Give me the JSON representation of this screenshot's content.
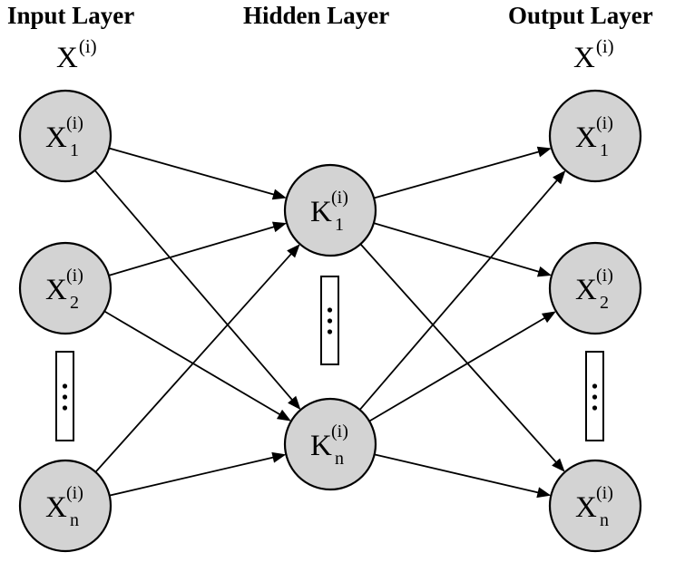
{
  "layers": {
    "input": {
      "title": "Input Layer",
      "symbol": "X",
      "symbol_sup": "(i)",
      "nodes": [
        {
          "base": "X",
          "sup": "(i)",
          "sub": "1"
        },
        {
          "base": "X",
          "sup": "(i)",
          "sub": "2"
        },
        {
          "base": "X",
          "sup": "(i)",
          "sub": "n"
        }
      ]
    },
    "hidden": {
      "title": "Hidden Layer",
      "nodes": [
        {
          "base": "K",
          "sup": "(i)",
          "sub": "1"
        },
        {
          "base": "K",
          "sup": "(i)",
          "sub": "n"
        }
      ]
    },
    "output": {
      "title": "Output Layer",
      "symbol": "X",
      "symbol_sup": "(i)",
      "nodes": [
        {
          "base": "X",
          "sup": "(i)",
          "sub": "1"
        },
        {
          "base": "X",
          "sup": "(i)",
          "sub": "2"
        },
        {
          "base": "X",
          "sup": "(i)",
          "sub": "n"
        }
      ]
    }
  },
  "edges": [
    {
      "from": "input.0",
      "to": "hidden.0"
    },
    {
      "from": "input.0",
      "to": "hidden.1"
    },
    {
      "from": "input.1",
      "to": "hidden.0"
    },
    {
      "from": "input.1",
      "to": "hidden.1"
    },
    {
      "from": "input.2",
      "to": "hidden.0"
    },
    {
      "from": "input.2",
      "to": "hidden.1"
    },
    {
      "from": "hidden.0",
      "to": "output.0"
    },
    {
      "from": "hidden.0",
      "to": "output.1"
    },
    {
      "from": "hidden.0",
      "to": "output.2"
    },
    {
      "from": "hidden.1",
      "to": "output.0"
    },
    {
      "from": "hidden.1",
      "to": "output.1"
    },
    {
      "from": "hidden.1",
      "to": "output.2"
    }
  ],
  "colors": {
    "node_fill": "#d3d3d3",
    "stroke": "#000000",
    "background": "#ffffff"
  }
}
